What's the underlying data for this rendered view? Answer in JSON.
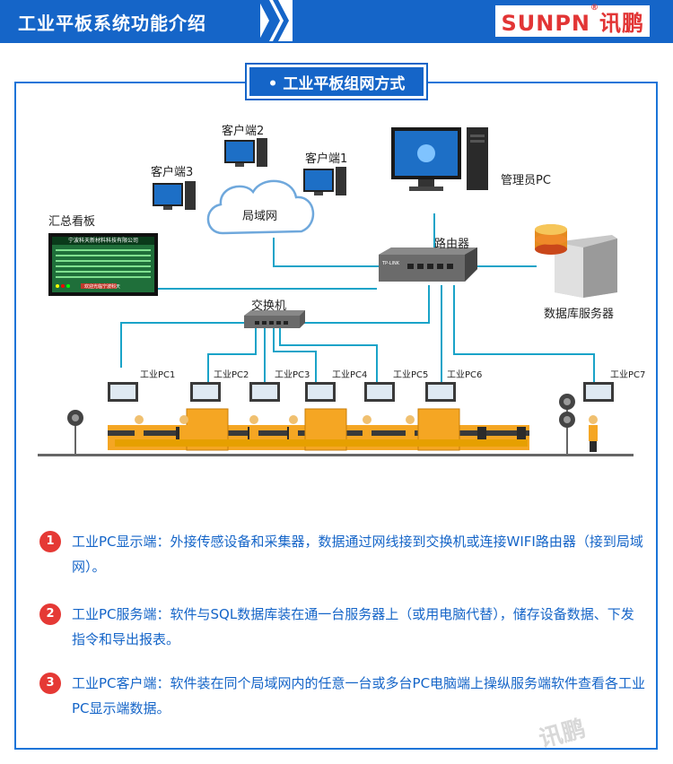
{
  "header": {
    "title": "工业平板系统功能介绍",
    "brand_latin": "SUNPN",
    "brand_reg": "®",
    "brand_cn": "讯鹏"
  },
  "section": {
    "title": "• 工业平板组网方式"
  },
  "diagram": {
    "clients": [
      "客户端2",
      "客户端1",
      "客户端3"
    ],
    "cloud_label": "局域网",
    "admin_pc": "管理员PC",
    "kanban": "汇总看板",
    "kanban_company": "宁波科天新材料科技有限公司",
    "kanban_footer": "欢迎光临宁波科天",
    "router": "路由器",
    "router_brand": "TP-LINK",
    "db_server": "数据库服务器",
    "switch": "交换机",
    "pcs": [
      "工业PC1",
      "工业PC2",
      "工业PC3",
      "工业PC4",
      "工业PC5",
      "工业PC6",
      "工业PC7"
    ]
  },
  "colors": {
    "primary": "#1565c8",
    "line": "#1aa3c8",
    "accent": "#e53935",
    "machine": "#f5a623"
  },
  "items": [
    {
      "num": "1",
      "text": "工业PC显示端：外接传感设备和采集器，数据通过网线接到交换机或连接WIFI路由器（接到局域网）。"
    },
    {
      "num": "2",
      "text": "工业PC服务端：软件与SQL数据库装在通一台服务器上（或用电脑代替），储存设备数据、下发指令和导出报表。"
    },
    {
      "num": "3",
      "text": "工业PC客户端：软件装在同个局域网内的任意一台或多台PC电脑端上操纵服务端软件查看各工业PC显示端数据。"
    }
  ],
  "watermark": "讯鹏"
}
